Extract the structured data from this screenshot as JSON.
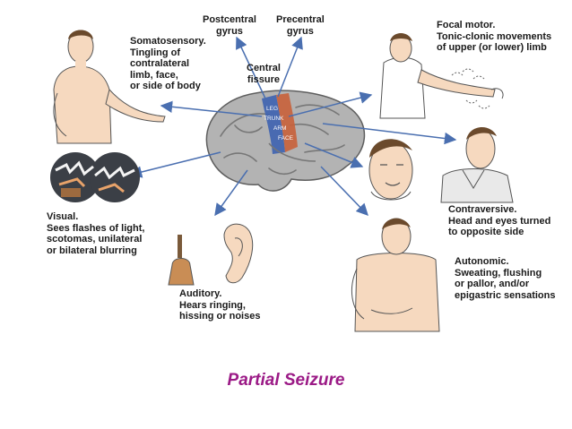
{
  "title": "Partial Seizure",
  "colors": {
    "title": "#9b1a86",
    "arrow": "#4a6fb0",
    "brain": "#a9a9a9",
    "motor_strip": "#c8613a",
    "sensory_strip": "#3d62b0",
    "skin": "#f6d9bf"
  },
  "labels": {
    "postcentral": [
      "Postcentral",
      "gyrus"
    ],
    "precentral": [
      "Precentral",
      "gyrus"
    ],
    "central_fissure": [
      "Central",
      "fissure"
    ],
    "somatosensory": [
      "Somatosensory.",
      "Tingling of",
      "contralateral",
      "limb, face,",
      "or side of body"
    ],
    "focal_motor": [
      "Focal motor.",
      "Tonic-clonic movements",
      "of upper (or lower) limb"
    ],
    "visual": [
      "Visual.",
      "Sees flashes of light,",
      "scotomas, unilateral",
      "or bilateral blurring"
    ],
    "contraversive": [
      "Contraversive.",
      "Head and eyes turned",
      "to opposite side"
    ],
    "auditory": [
      "Auditory.",
      "Hears ringing,",
      "hissing or noises"
    ],
    "autonomic": [
      "Autonomic.",
      "Sweating, flushing",
      "or pallor, and/or",
      "epigastric sensations"
    ]
  },
  "motor_strip_labels": [
    "LEG",
    "TRUNK",
    "ARM",
    "FACE"
  ],
  "illustrations": {
    "somatosensory": "man-touching-arm",
    "focal_motor": "man-arm-jerking",
    "visual": "light-flashes",
    "contraversive": "man-head-turned",
    "auditory": "ear-and-bell",
    "autonomic": "man-holding-stomach"
  }
}
